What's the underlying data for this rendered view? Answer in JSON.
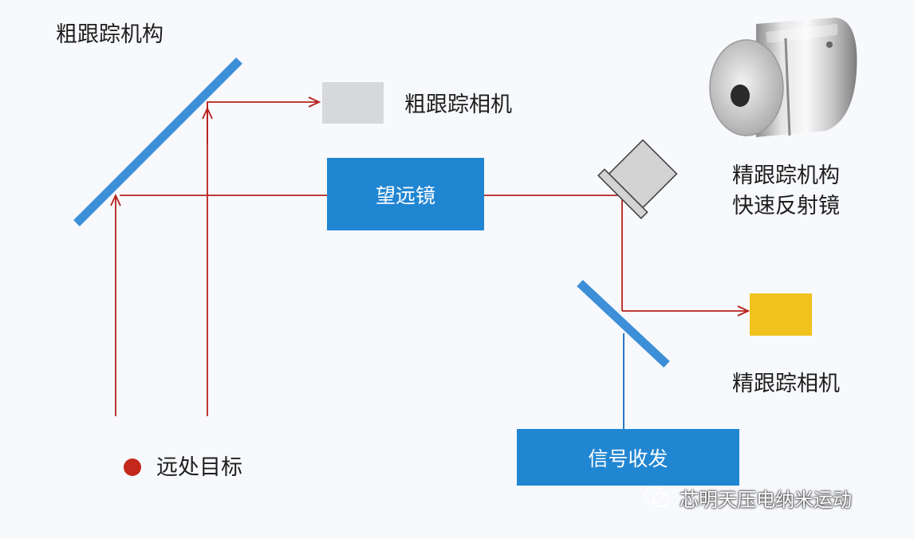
{
  "labels": {
    "coarse_mechanism": "粗跟踪机构",
    "coarse_camera": "粗跟踪相机",
    "fine_mechanism_line1": "精跟踪机构",
    "fine_mechanism_line2": "快速反射镜",
    "fine_camera": "精跟踪相机",
    "far_target": "远处目标"
  },
  "boxes": {
    "telescope": "望远镜",
    "transceiver": "信号收发"
  },
  "watermark": {
    "text": "芯明天压电纳米运动",
    "icon": "wechat-icon"
  },
  "colors": {
    "beam": "#b8201c",
    "mirror": "#3d8fd8",
    "box": "#2186d2",
    "fine_camera": "#f1c21b",
    "coarse_camera": "#d6d8dc",
    "target": "#c4281c",
    "transceiver_line": "#2878c8"
  }
}
